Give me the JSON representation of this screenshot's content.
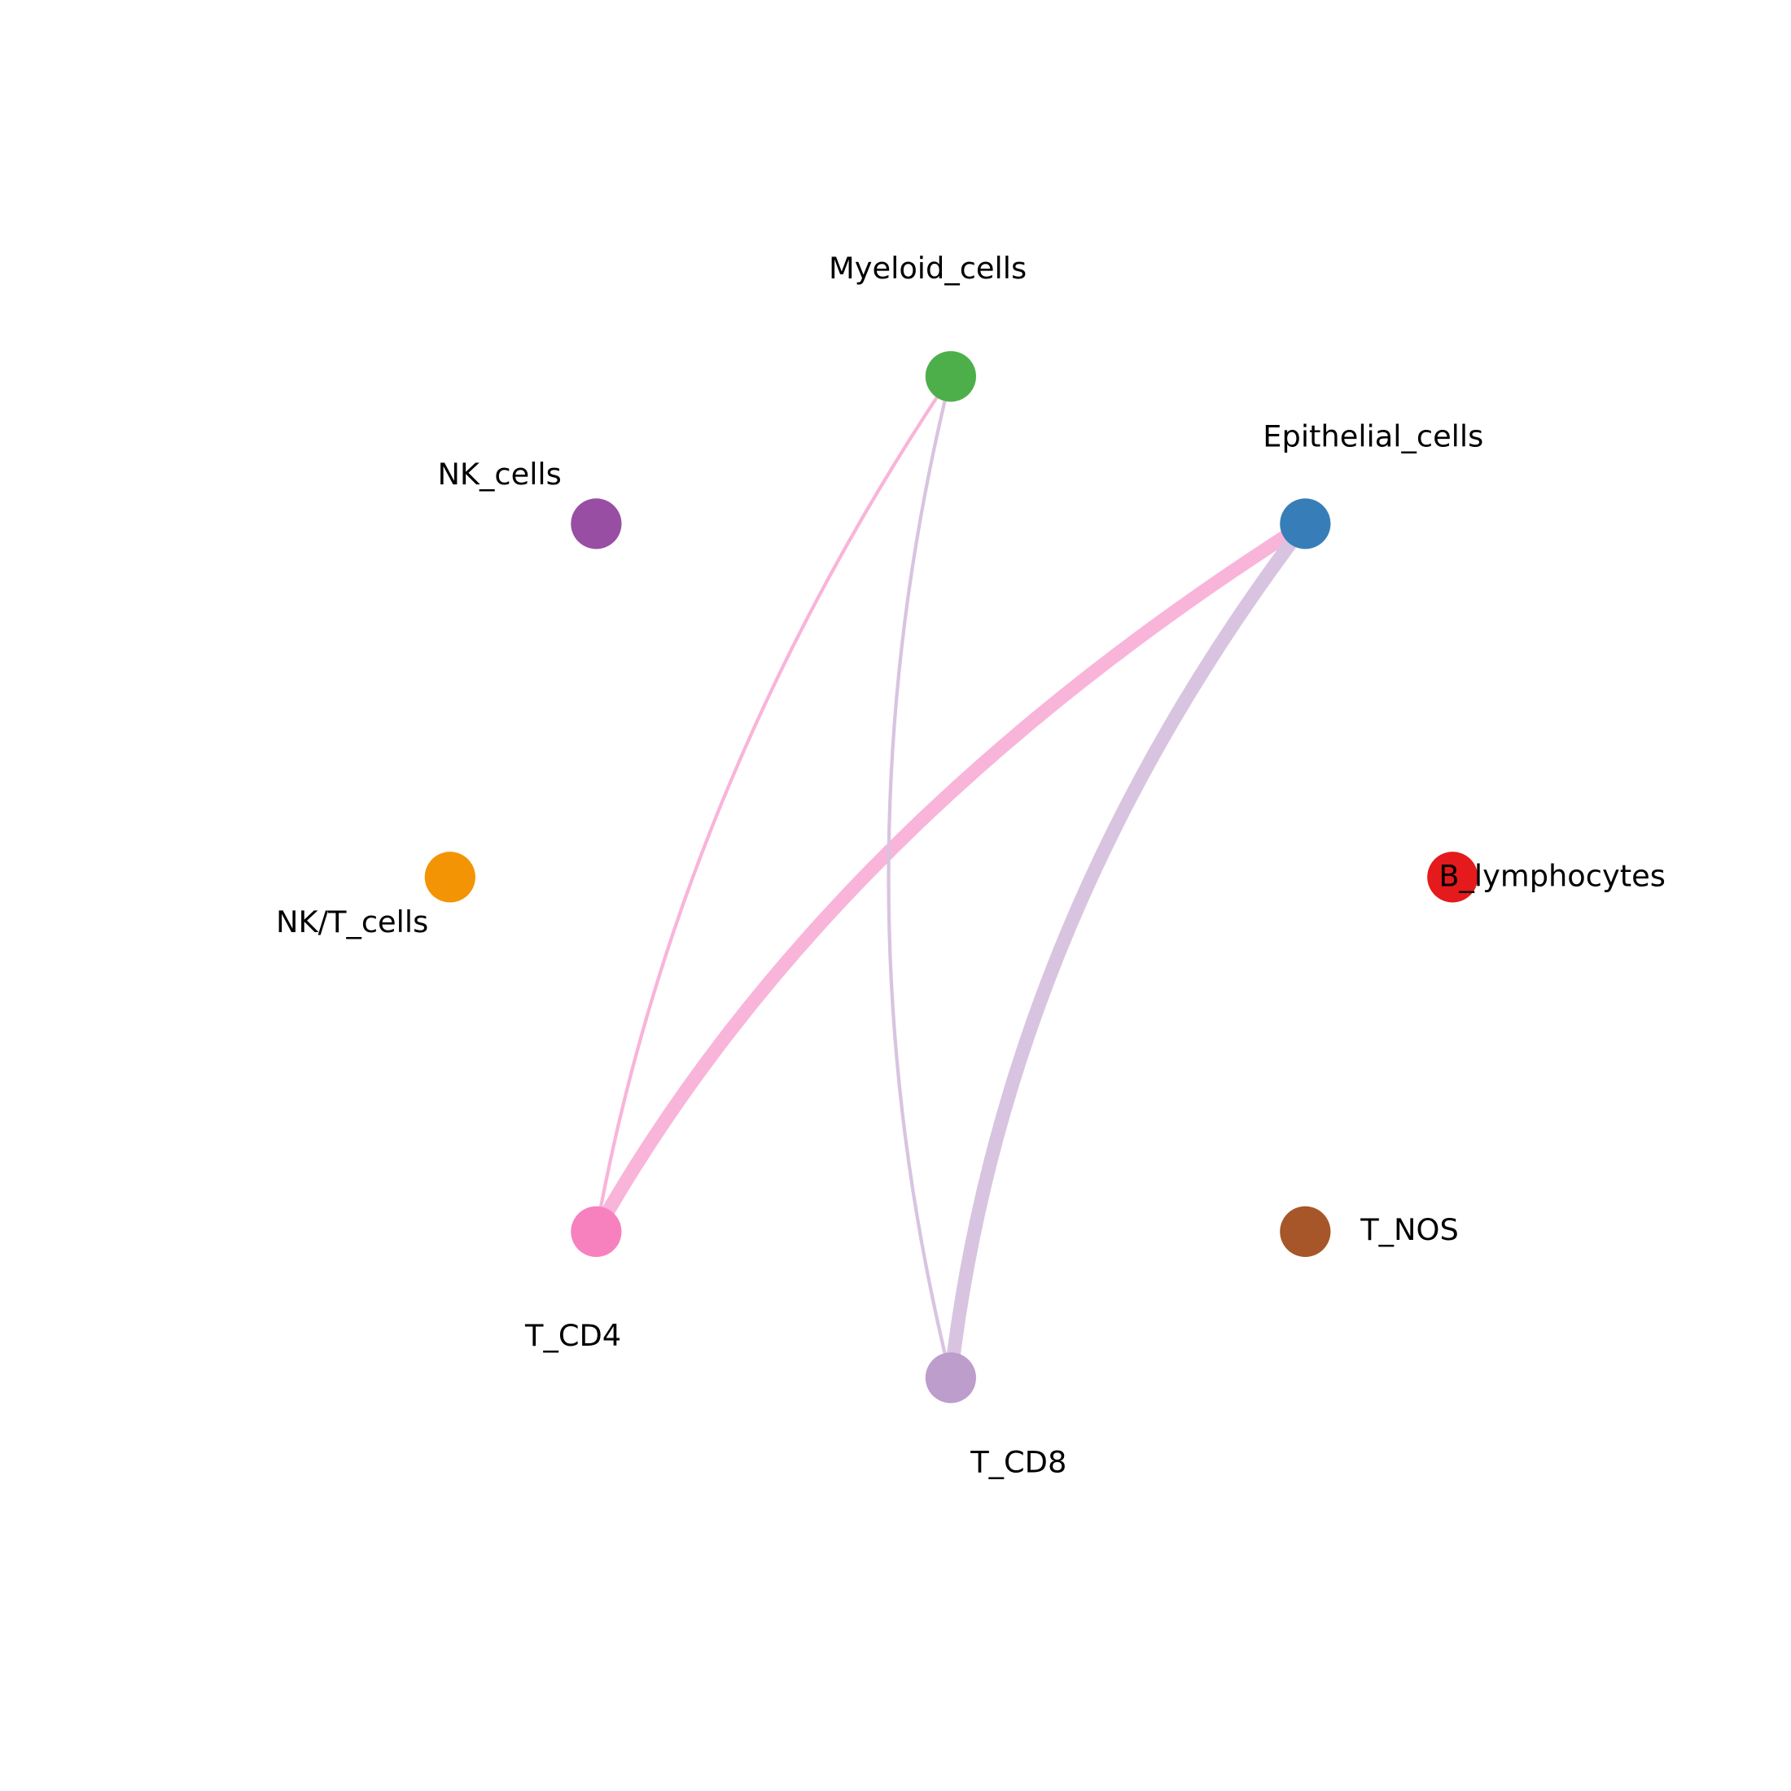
{
  "nodes": [
    {
      "id": "Myeloid_cells",
      "label": "Myeloid_cells",
      "color": "#4daf4a"
    },
    {
      "id": "Epithelial_cells",
      "label": "Epithelial_cells",
      "color": "#377eb8"
    },
    {
      "id": "B_lymphocytes",
      "label": "B_lymphocytes",
      "color": "#e41a1c"
    },
    {
      "id": "T_NOS",
      "label": "T_NOS",
      "color": "#a65628"
    },
    {
      "id": "T_CD8",
      "label": "T_CD8",
      "color": "#bc9dcc"
    },
    {
      "id": "T_CD4",
      "label": "T_CD4",
      "color": "#f781bf"
    },
    {
      "id": "NK_T_cells",
      "label": "NK/T_cells",
      "color": "#f39405"
    },
    {
      "id": "NK_cells",
      "label": "NK_cells",
      "color": "#984ea3"
    }
  ],
  "edges": [
    {
      "source": "T_CD4",
      "target": "Myeloid_cells",
      "weight": 1,
      "color": "#f9b4d9"
    },
    {
      "source": "T_CD4",
      "target": "Epithelial_cells",
      "weight": 4,
      "color": "#f9b4d9"
    },
    {
      "source": "T_CD8",
      "target": "Myeloid_cells",
      "weight": 1,
      "color": "#d8c4e0"
    },
    {
      "source": "T_CD8",
      "target": "Epithelial_cells",
      "weight": 4,
      "color": "#d8c4e0"
    }
  ]
}
